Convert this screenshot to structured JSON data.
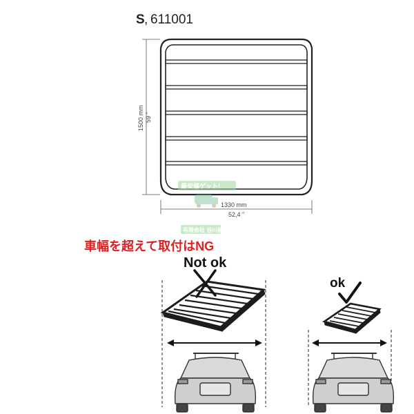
{
  "header": {
    "size_letter": "S",
    "separator": ",",
    "model_number": "611001"
  },
  "dimensions": {
    "height_mm": "1500 mm",
    "height_in": "59 \"",
    "width_mm": "1330 mm",
    "width_in": "52,4 \""
  },
  "watermark": {
    "line1": "最安値ゲット!",
    "line2": "有限会社 谷川屋"
  },
  "warning": {
    "text": "車幅を超えて取付はNG",
    "color": "#e02020"
  },
  "labels": {
    "not_ok": "Not ok",
    "ok": "ok"
  },
  "colors": {
    "line": "#1a1a1a",
    "frame": "#222222"
  }
}
